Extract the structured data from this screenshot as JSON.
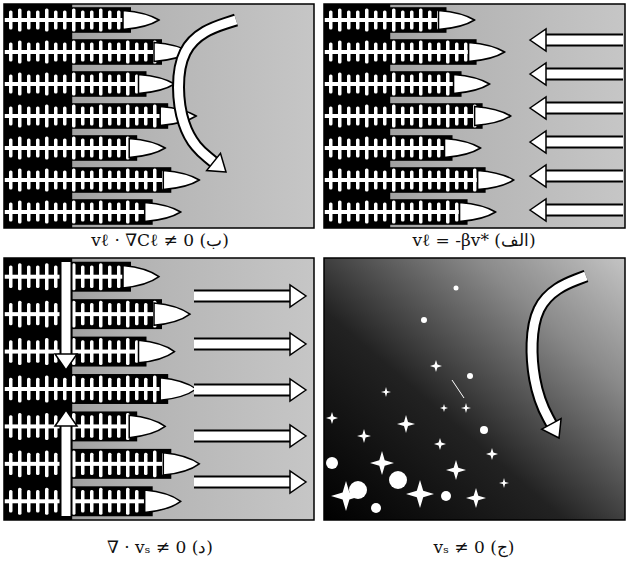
{
  "diagram": {
    "labels": [
      "vℓ = -βv* (الف)",
      "vℓ · ∇Cℓ ≠ 0 (ب)",
      "vₛ ≠ 0 (ج)",
      "∇ · vₛ ≠ 0 (د)"
    ]
  }
}
